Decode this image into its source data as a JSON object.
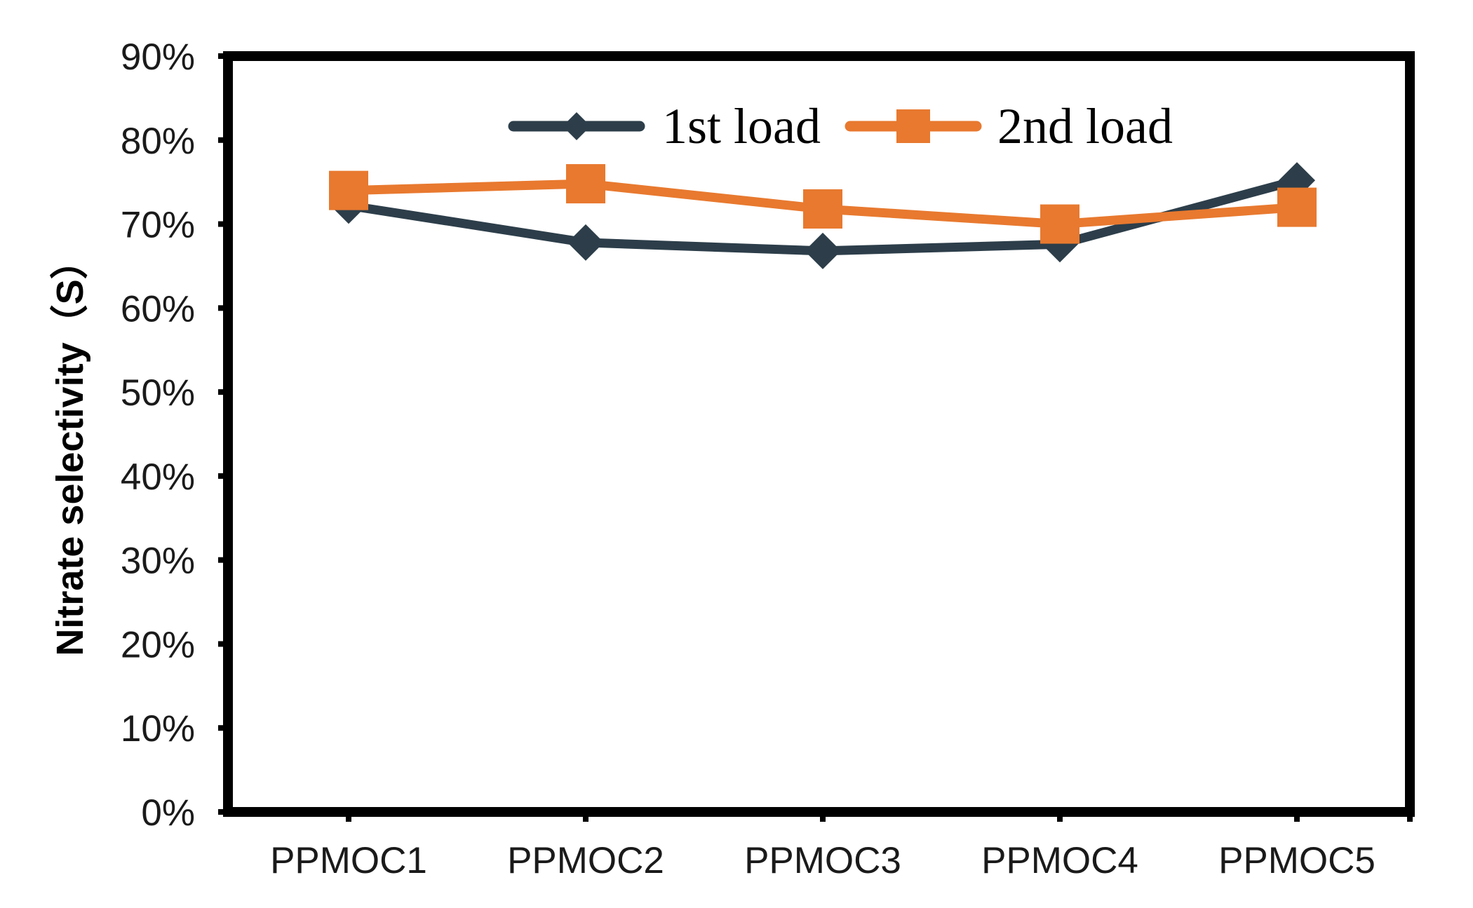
{
  "chart_data": {
    "type": "line",
    "title": "",
    "xlabel": "",
    "ylabel": "Nitrate selectivity（S）",
    "categories": [
      "PPMOC1",
      "PPMOC2",
      "PPMOC3",
      "PPMOC4",
      "PPMOC5"
    ],
    "ylim": [
      0,
      90
    ],
    "yticks": [
      "0%",
      "10%",
      "20%",
      "30%",
      "40%",
      "50%",
      "60%",
      "70%",
      "80%",
      "90%"
    ],
    "grid": false,
    "legend_position": "top-center",
    "series": [
      {
        "name": "1st load",
        "marker": "diamond",
        "color": "#2d3e4a",
        "values": [
          72.2,
          67.8,
          66.8,
          67.6,
          75.2
        ]
      },
      {
        "name": "2nd load",
        "marker": "square",
        "color": "#e8792f",
        "values": [
          74.0,
          74.8,
          71.8,
          70.0,
          72.0
        ]
      }
    ]
  }
}
